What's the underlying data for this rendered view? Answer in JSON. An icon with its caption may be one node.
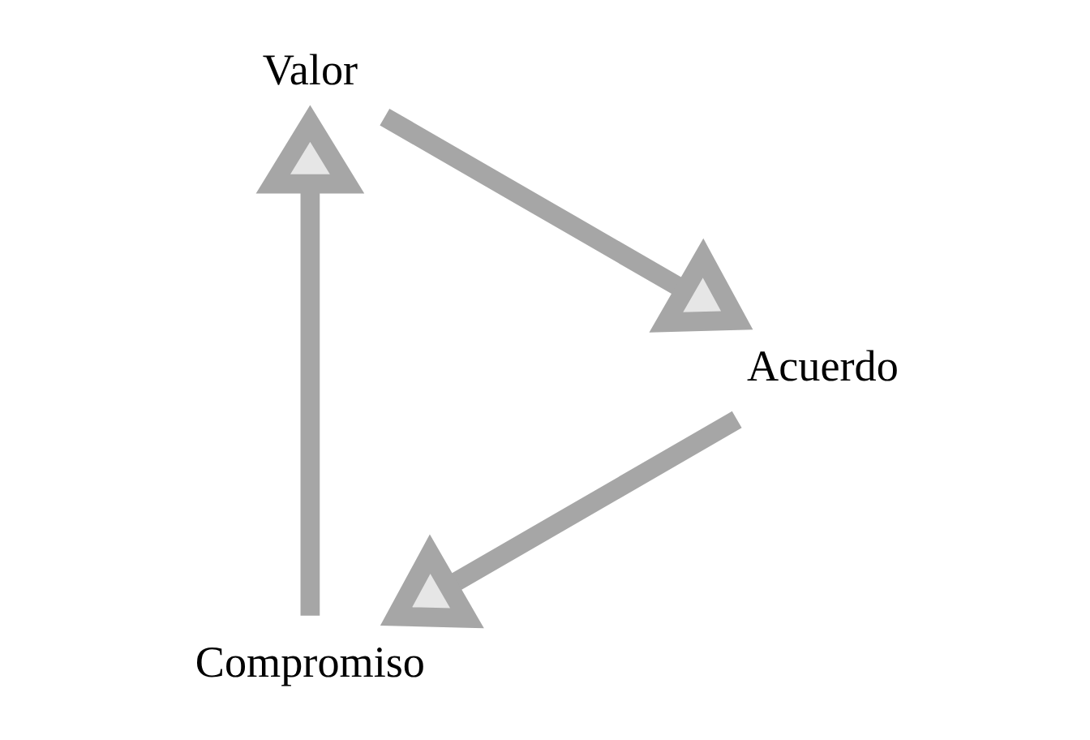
{
  "diagram": {
    "nodes": [
      {
        "text": [
          "Compromiso"
        ]
      },
      {
        "text": [
          "Valor"
        ]
      },
      {
        "text": [
          "Acuerdo"
        ]
      }
    ],
    "edges": [
      {
        "from": 0,
        "to": 1,
        "arrow": "to"
      },
      {
        "from": 1,
        "to": 2,
        "arrow": "to"
      },
      {
        "from": 2,
        "to": 0,
        "arrow": "to"
      }
    ]
  }
}
